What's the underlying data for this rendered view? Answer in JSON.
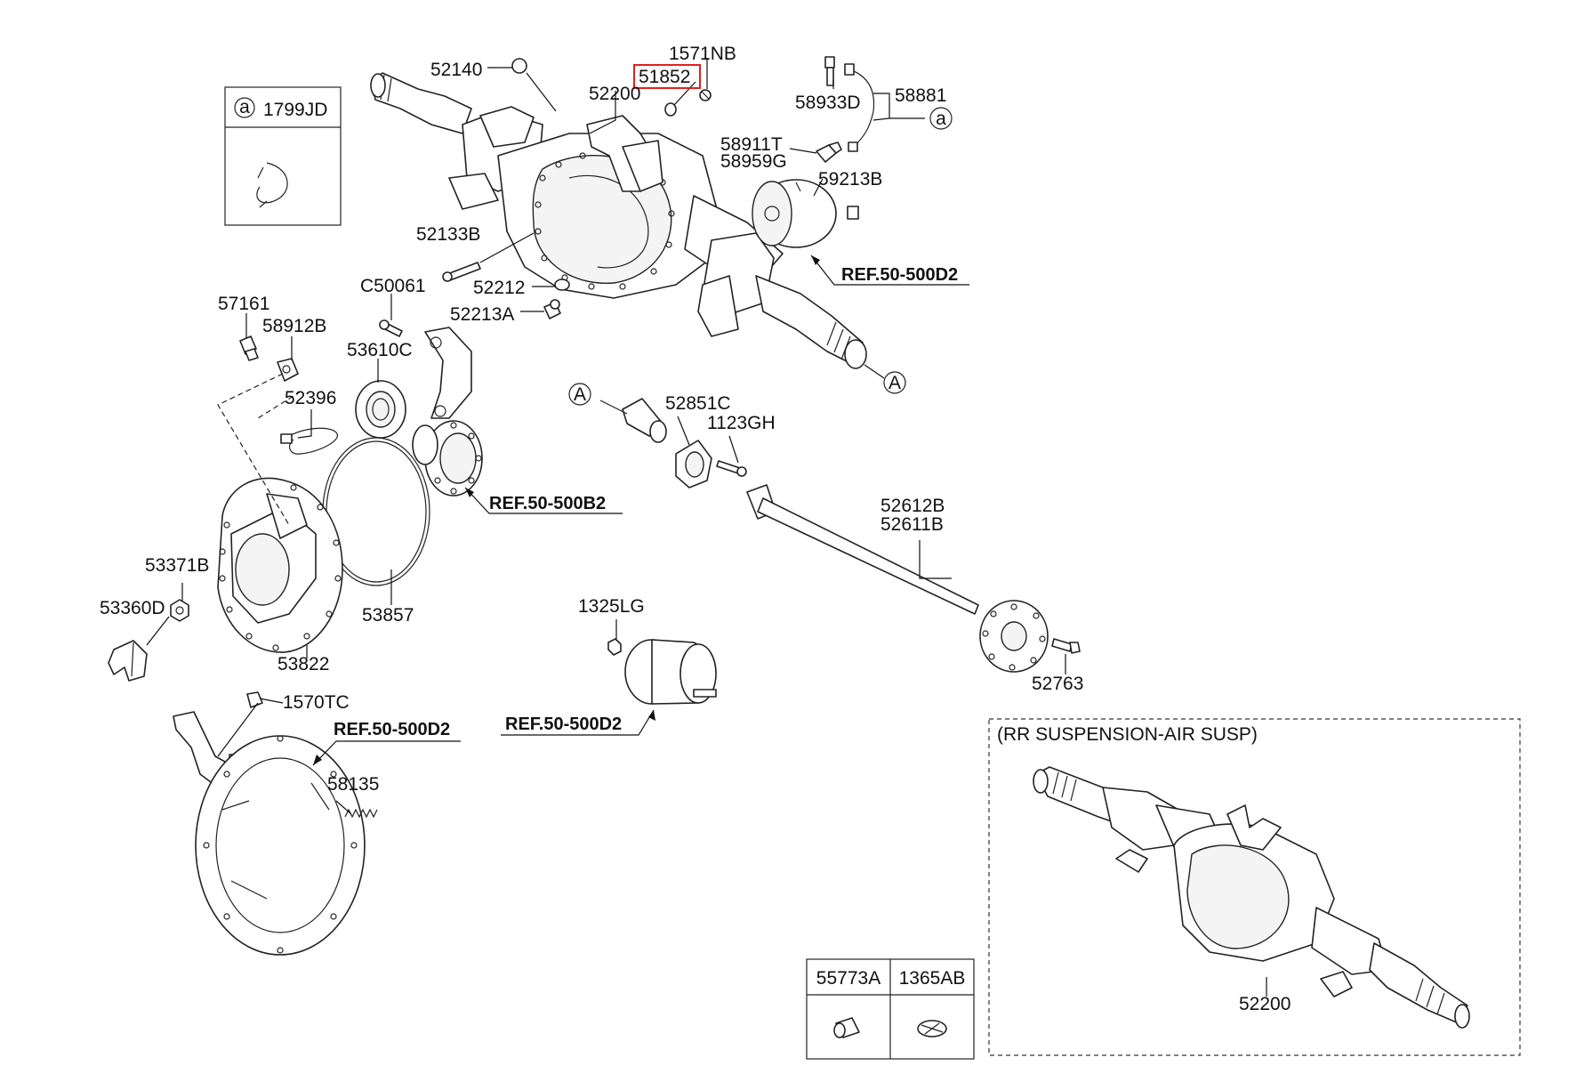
{
  "labels": {
    "p52140": "52140",
    "p1571NB": "1571NB",
    "p51852": "51852",
    "p52200_top": "52200",
    "p58933D": "58933D",
    "p58881": "58881",
    "p58911T": "58911T",
    "p58959G": "58959G",
    "p59213B": "59213B",
    "p52133B": "52133B",
    "p52212": "52212",
    "p52213A": "52213A",
    "pC50061": "C50061",
    "p57161": "57161",
    "p58912B": "58912B",
    "p53610C": "53610C",
    "p52396": "52396",
    "p52851C": "52851C",
    "p1123GH": "1123GH",
    "p52612B": "52612B",
    "p52611B": "52611B",
    "p53371B": "53371B",
    "p53360D": "53360D",
    "p53857": "53857",
    "p53822": "53822",
    "p1325LG": "1325LG",
    "p52763": "52763",
    "p1570TC": "1570TC",
    "p58135": "58135",
    "p52200_bottom": "52200"
  },
  "references": {
    "ref_top": "REF.50-500D2",
    "ref_b2": "REF.50-500B2",
    "ref_mid": "REF.50-500D2",
    "ref_low": "REF.50-500D2"
  },
  "callouts": {
    "a_box": "a",
    "a_hose": "a",
    "A_axle": "A",
    "A_pin": "A"
  },
  "legend_box": {
    "tag": "a",
    "code": "1799JD"
  },
  "bottom_table": {
    "col1": "55773A",
    "col2": "1365AB"
  },
  "inset": {
    "title": "(RR SUSPENSION-AIR SUSP)"
  },
  "highlight_color": "#e02020"
}
